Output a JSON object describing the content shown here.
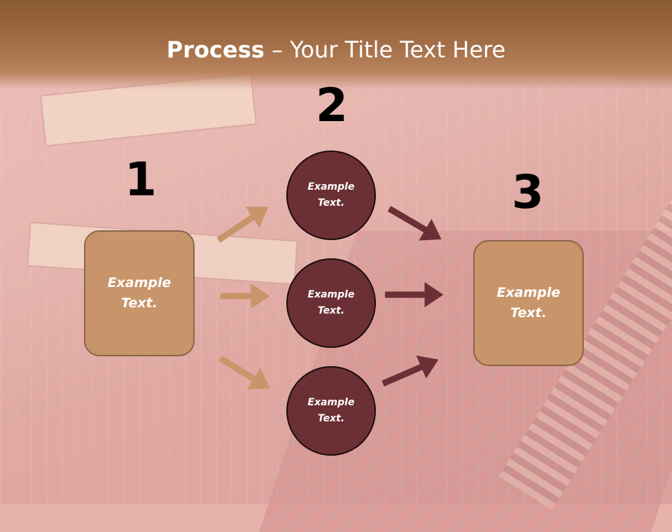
{
  "slide": {
    "title_bold": "Process",
    "title_rest": " – Your Title Text Here"
  },
  "steps": {
    "one": "1",
    "two": "2",
    "three": "3"
  },
  "left_box": {
    "text": "Example Text."
  },
  "right_box": {
    "text": "Example Text."
  },
  "circles": [
    {
      "text": "Example Text."
    },
    {
      "text": "Example Text."
    },
    {
      "text": "Example Text."
    }
  ],
  "colors": {
    "header": "#8a5a30",
    "box_fill": "#c8946a",
    "circle_fill": "#6b3035",
    "light_arrow": "#c8946a",
    "dark_arrow": "#6b3035"
  }
}
